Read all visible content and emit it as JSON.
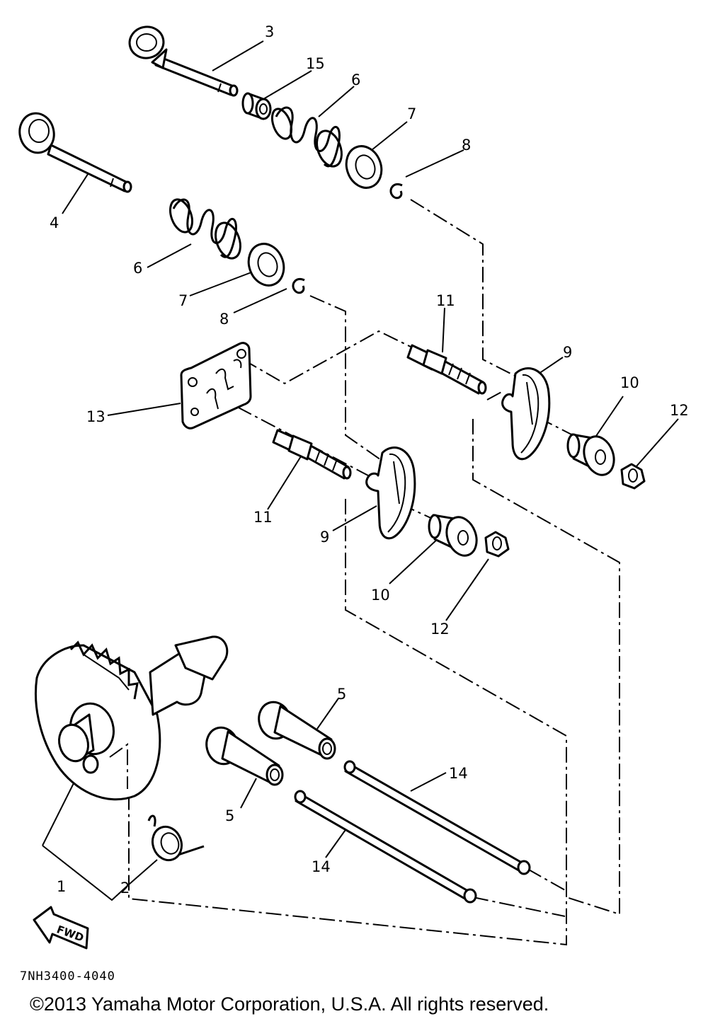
{
  "diagram": {
    "code": "7NH3400-4040",
    "copyright": "©2013 Yamaha Motor Corporation, U.S.A. All rights reserved.",
    "fwd_label": "FWD",
    "callouts": {
      "c1": "1",
      "c2": "2",
      "c3": "3",
      "c4": "4",
      "c5a": "5",
      "c5b": "5",
      "c6a": "6",
      "c6b": "6",
      "c7a": "7",
      "c7b": "7",
      "c8a": "8",
      "c8b": "8",
      "c9a": "9",
      "c9b": "9",
      "c10a": "10",
      "c10b": "10",
      "c11a": "11",
      "c11b": "11",
      "c12a": "12",
      "c12b": "12",
      "c13": "13",
      "c14a": "14",
      "c14b": "14",
      "c15": "15"
    }
  }
}
